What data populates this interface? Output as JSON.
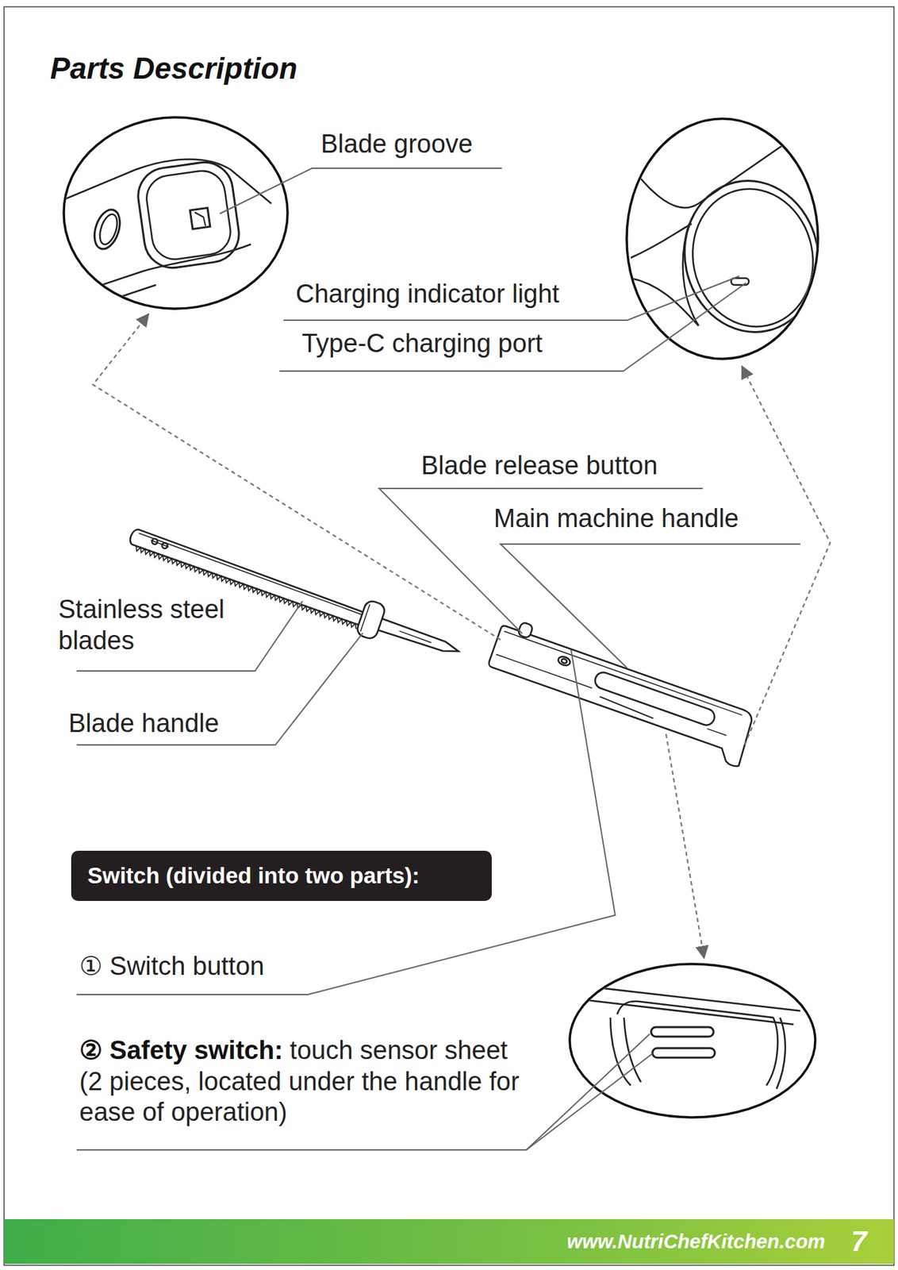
{
  "diagram": {
    "title": "Parts Description",
    "nodes": [
      {
        "text": [
          "Switch (divided into two parts):"
        ]
      },
      {
        "text": [
          "www.NutriChefKitchen.com",
          "7"
        ]
      }
    ],
    "labels": [
      "Blade groove",
      "Charging indicator light",
      "Type-C charging port",
      "Blade release button",
      "Main machine handle",
      "Stainless steel blades",
      "Blade handle",
      "① Switch button",
      "② Safety switch:",
      "touch sensor sheet (2 pieces, located under the handle for ease of operation)"
    ]
  }
}
